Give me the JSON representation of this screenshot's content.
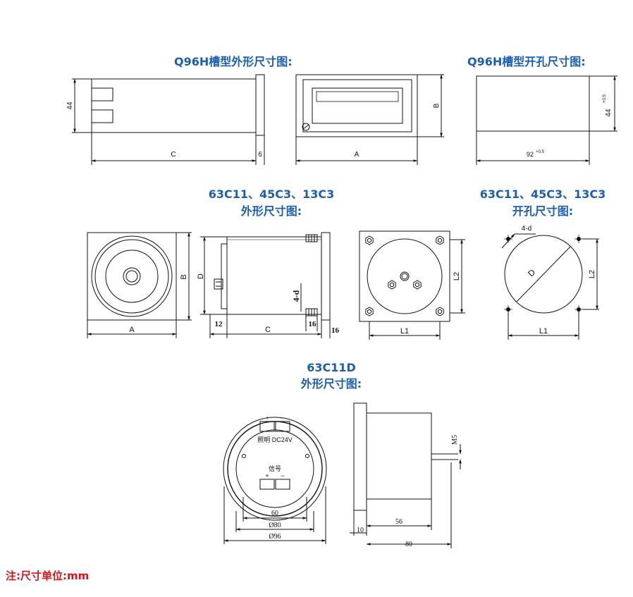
{
  "titles": {
    "q96h_outline": "Q96H槽型外形尺寸图:",
    "q96h_cutout": "Q96H槽型开孔尺寸图:",
    "c63_outline_line1": "63C11、45C3、13C3",
    "c63_outline_line2": "外形尺寸图:",
    "c63_cutout_line1": "63C11、45C3、13C3",
    "c63_cutout_line2": "开孔尺寸图:",
    "d63_line1": "63C11D",
    "d63_line2": "外形尺寸图:"
  },
  "labels": {
    "q96h_height": "44",
    "q96h_C": "C",
    "q96h_6": "6",
    "q96h_A": "A",
    "q96h_B": "B",
    "q96h_cut_h": "44",
    "q96h_cut_h_tol": "+0.5",
    "q96h_cut_w": "92",
    "q96h_cut_w_tol": "+0.5",
    "c63_A": "A",
    "c63_B": "B",
    "c63_D": "D",
    "c63_C": "C",
    "c63_12": "12",
    "c63_16a": "16",
    "c63_16b": "16",
    "c63_4d": "4-d",
    "c63_L1": "L1",
    "c63_L2": "L2",
    "cut_4d": "4-d",
    "cut_D": "D",
    "cut_L1": "L1",
    "cut_L2": "L2",
    "d_plus1": "+",
    "d_minus1": "−",
    "d_light": "照明 DC24V",
    "d_signal": "信号",
    "d_plus2": "+",
    "d_minus2": "−",
    "d_60": "60",
    "d_80": "Ø80",
    "d_96": "Ø96",
    "d_M5": "M5",
    "d_56": "56",
    "d_10": "10",
    "d_80b": "80"
  },
  "note": "注:尺寸单位:mm"
}
